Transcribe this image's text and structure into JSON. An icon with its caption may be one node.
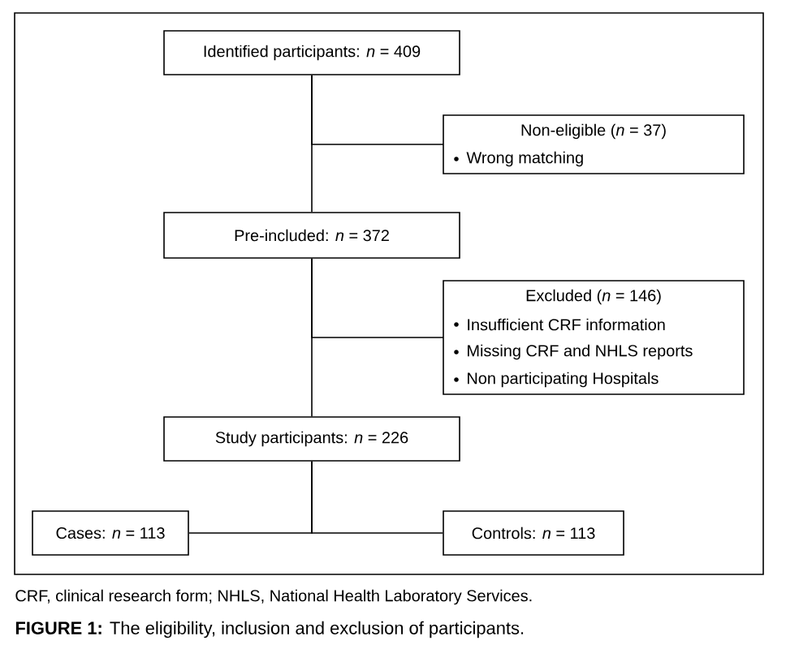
{
  "diagram": {
    "caption": "**FIGURE 1:** The eligibility, inclusion and exclusion of participants.",
    "nodes": [
      {
        "text": [
          "Identified participants: *n* = 409"
        ]
      },
      {
        "text": [
          "Non-eligible (*n* = 37)",
          "Wrong matching"
        ]
      },
      {
        "text": [
          "Pre-included: *n* = 372"
        ]
      },
      {
        "text": [
          "Excluded (*n* = 146)",
          "Insufficient CRF information",
          "Missing CRF and NHLS reports",
          "Non participating Hospitals"
        ]
      },
      {
        "text": [
          "Study participants: *n* = 226"
        ]
      },
      {
        "text": [
          "Cases: *n* = 113"
        ]
      },
      {
        "text": [
          "Controls: *n* = 113"
        ]
      }
    ],
    "edges": [
      {
        "from": 0,
        "to": 2,
        "arrow": "none"
      },
      {
        "from": 0,
        "to": 1,
        "arrow": "none"
      },
      {
        "from": 2,
        "to": 4,
        "arrow": "none"
      },
      {
        "from": 2,
        "to": 3,
        "arrow": "none"
      },
      {
        "from": 4,
        "to": 5,
        "arrow": "none"
      },
      {
        "from": 4,
        "to": 6,
        "arrow": "none"
      }
    ],
    "labels": [
      "CRF, clinical research form; NHLS, National Health Laboratory Services."
    ]
  }
}
